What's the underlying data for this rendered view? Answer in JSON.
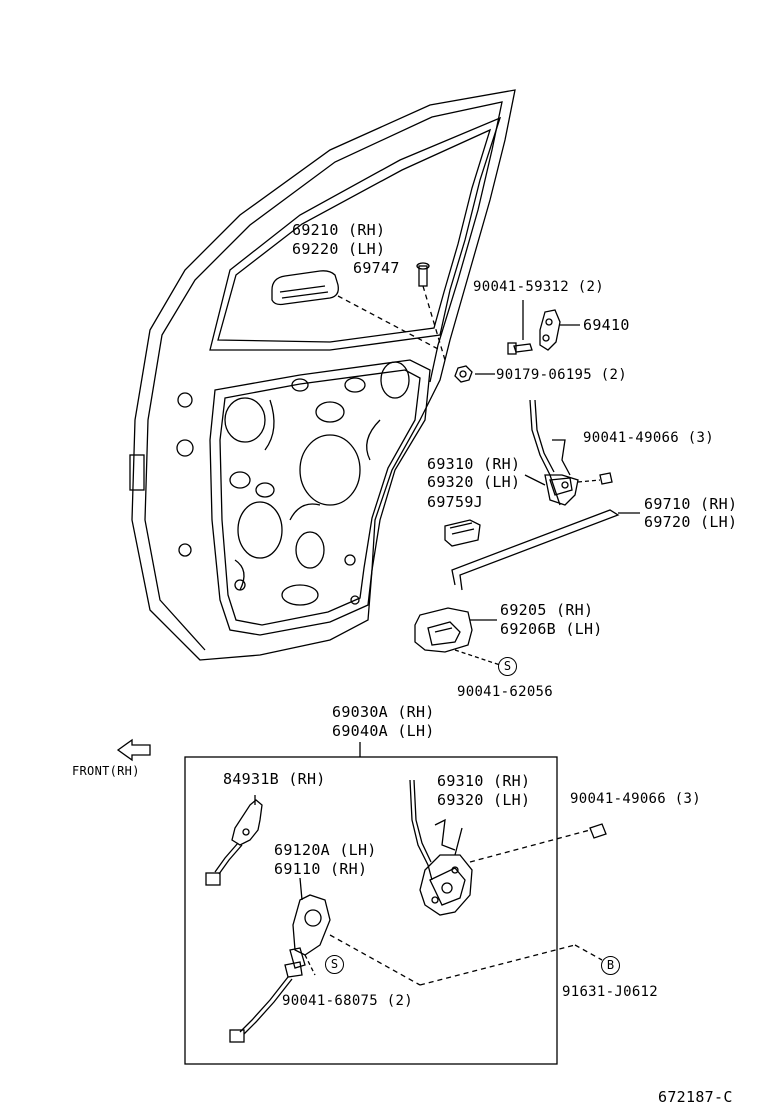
{
  "labels": {
    "p69210": "69210 (RH)",
    "p69220": "69220 (LH)",
    "p69747": "69747",
    "p90041_59312": "90041-59312 (2)",
    "p69410": "69410",
    "p90179": "90179-06195 (2)",
    "p90041_49066a": "90041-49066 (3)",
    "p69310a": "69310 (RH)",
    "p69320a": "69320 (LH)",
    "p69759J": "69759J",
    "p69710": "69710 (RH)",
    "p69720": "69720 (LH)",
    "p69205": "69205  (RH)",
    "p69206B": "69206B (LH)",
    "p90041_62056": "90041-62056",
    "p69030A": "69030A (RH)",
    "p69040A": "69040A (LH)",
    "front": "FRONT(RH)",
    "p84931B": "84931B (RH)",
    "p69310b": "69310 (RH)",
    "p69320b": "69320 (LH)",
    "p90041_49066b": "90041-49066 (3)",
    "p69120A": "69120A (LH)",
    "p69110": "69110   (RH)",
    "p90041_68075": "90041-68075 (2)",
    "p91631": "91631-J0612",
    "figure_code": "672187-C"
  },
  "markers": {
    "s1": "S",
    "s2": "S",
    "b1": "B"
  },
  "colors": {
    "line": "#000000",
    "background": "#ffffff"
  }
}
